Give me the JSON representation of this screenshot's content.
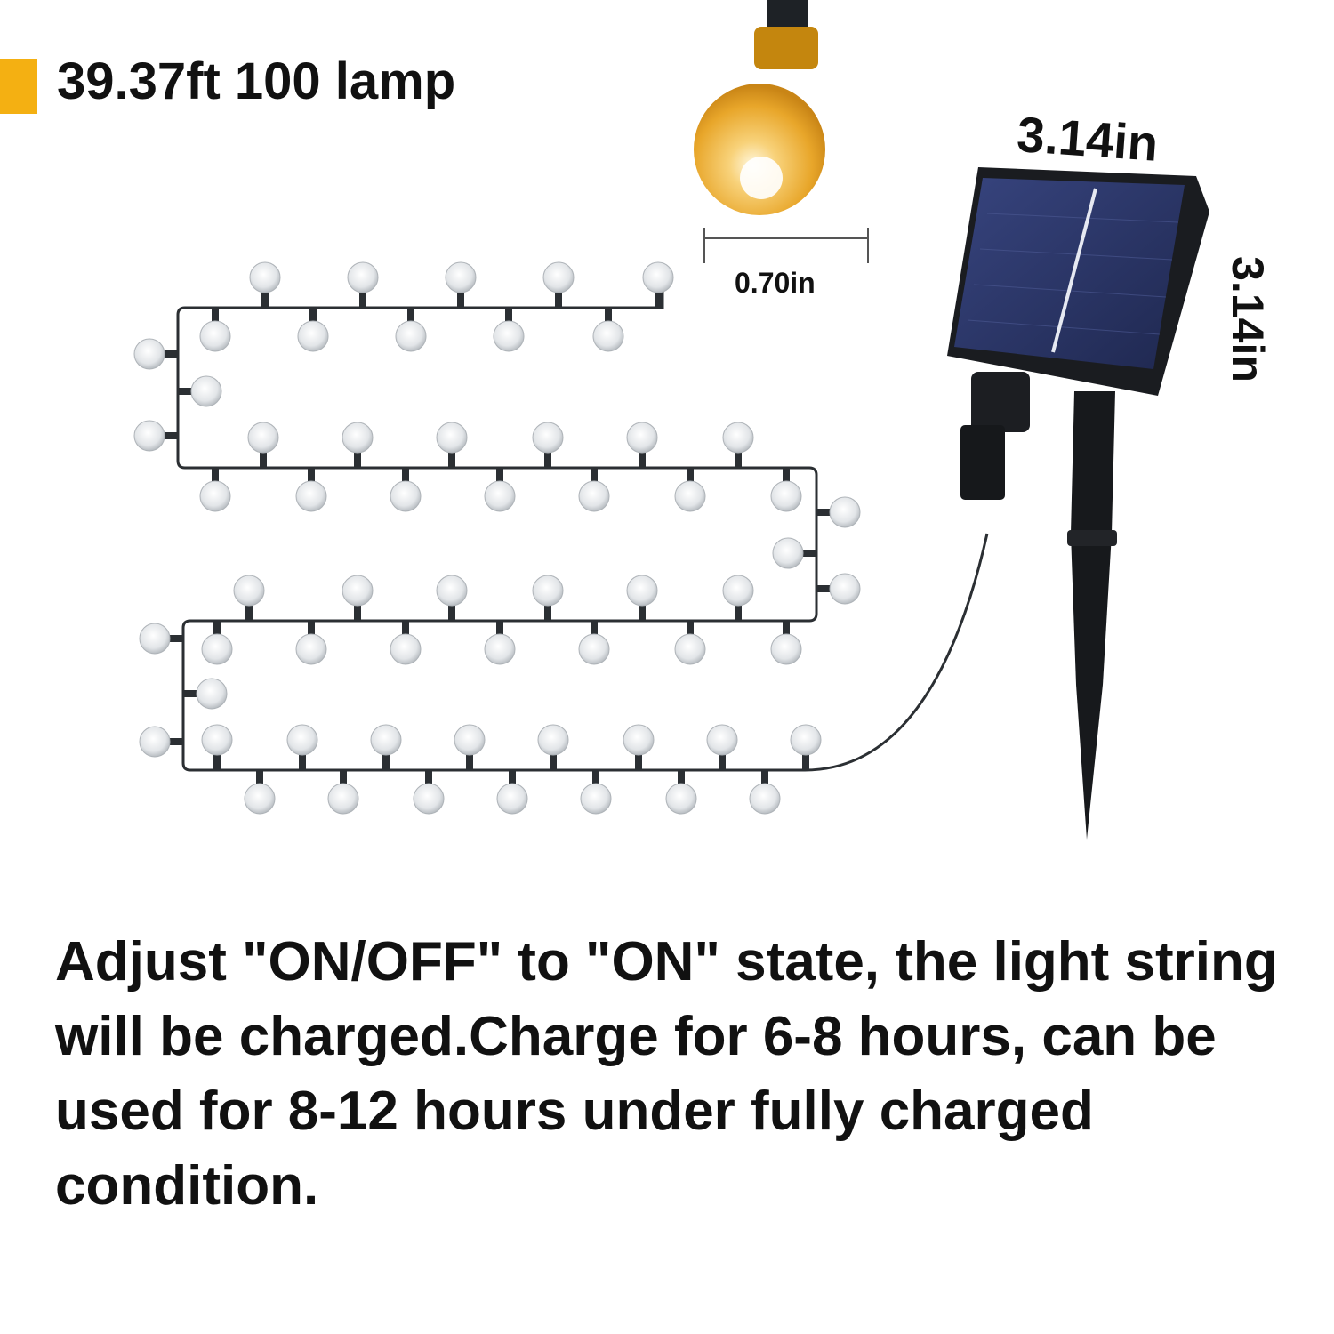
{
  "header": {
    "title": "39.37ft 100 lamp",
    "accent_color": "#F4B012"
  },
  "dimensions": {
    "panel_width": "3.14in",
    "panel_height": "3.14in",
    "bulb_diameter": "0.70in"
  },
  "description": "Adjust \"ON/OFF\" to \"ON\" state, the light string will be charged.Charge for 6-8 hours, can be used for 8-12 hours under fully charged condition.",
  "icons": {
    "lit_bulb": "lit-bulb-icon",
    "light_string": "light-string-icon",
    "solar_panel": "solar-panel-icon",
    "ground_stake": "ground-stake-icon"
  },
  "colors": {
    "bulb_glow": "#F6C23A",
    "panel": "#2A3568",
    "wire": "#2B2F33"
  }
}
